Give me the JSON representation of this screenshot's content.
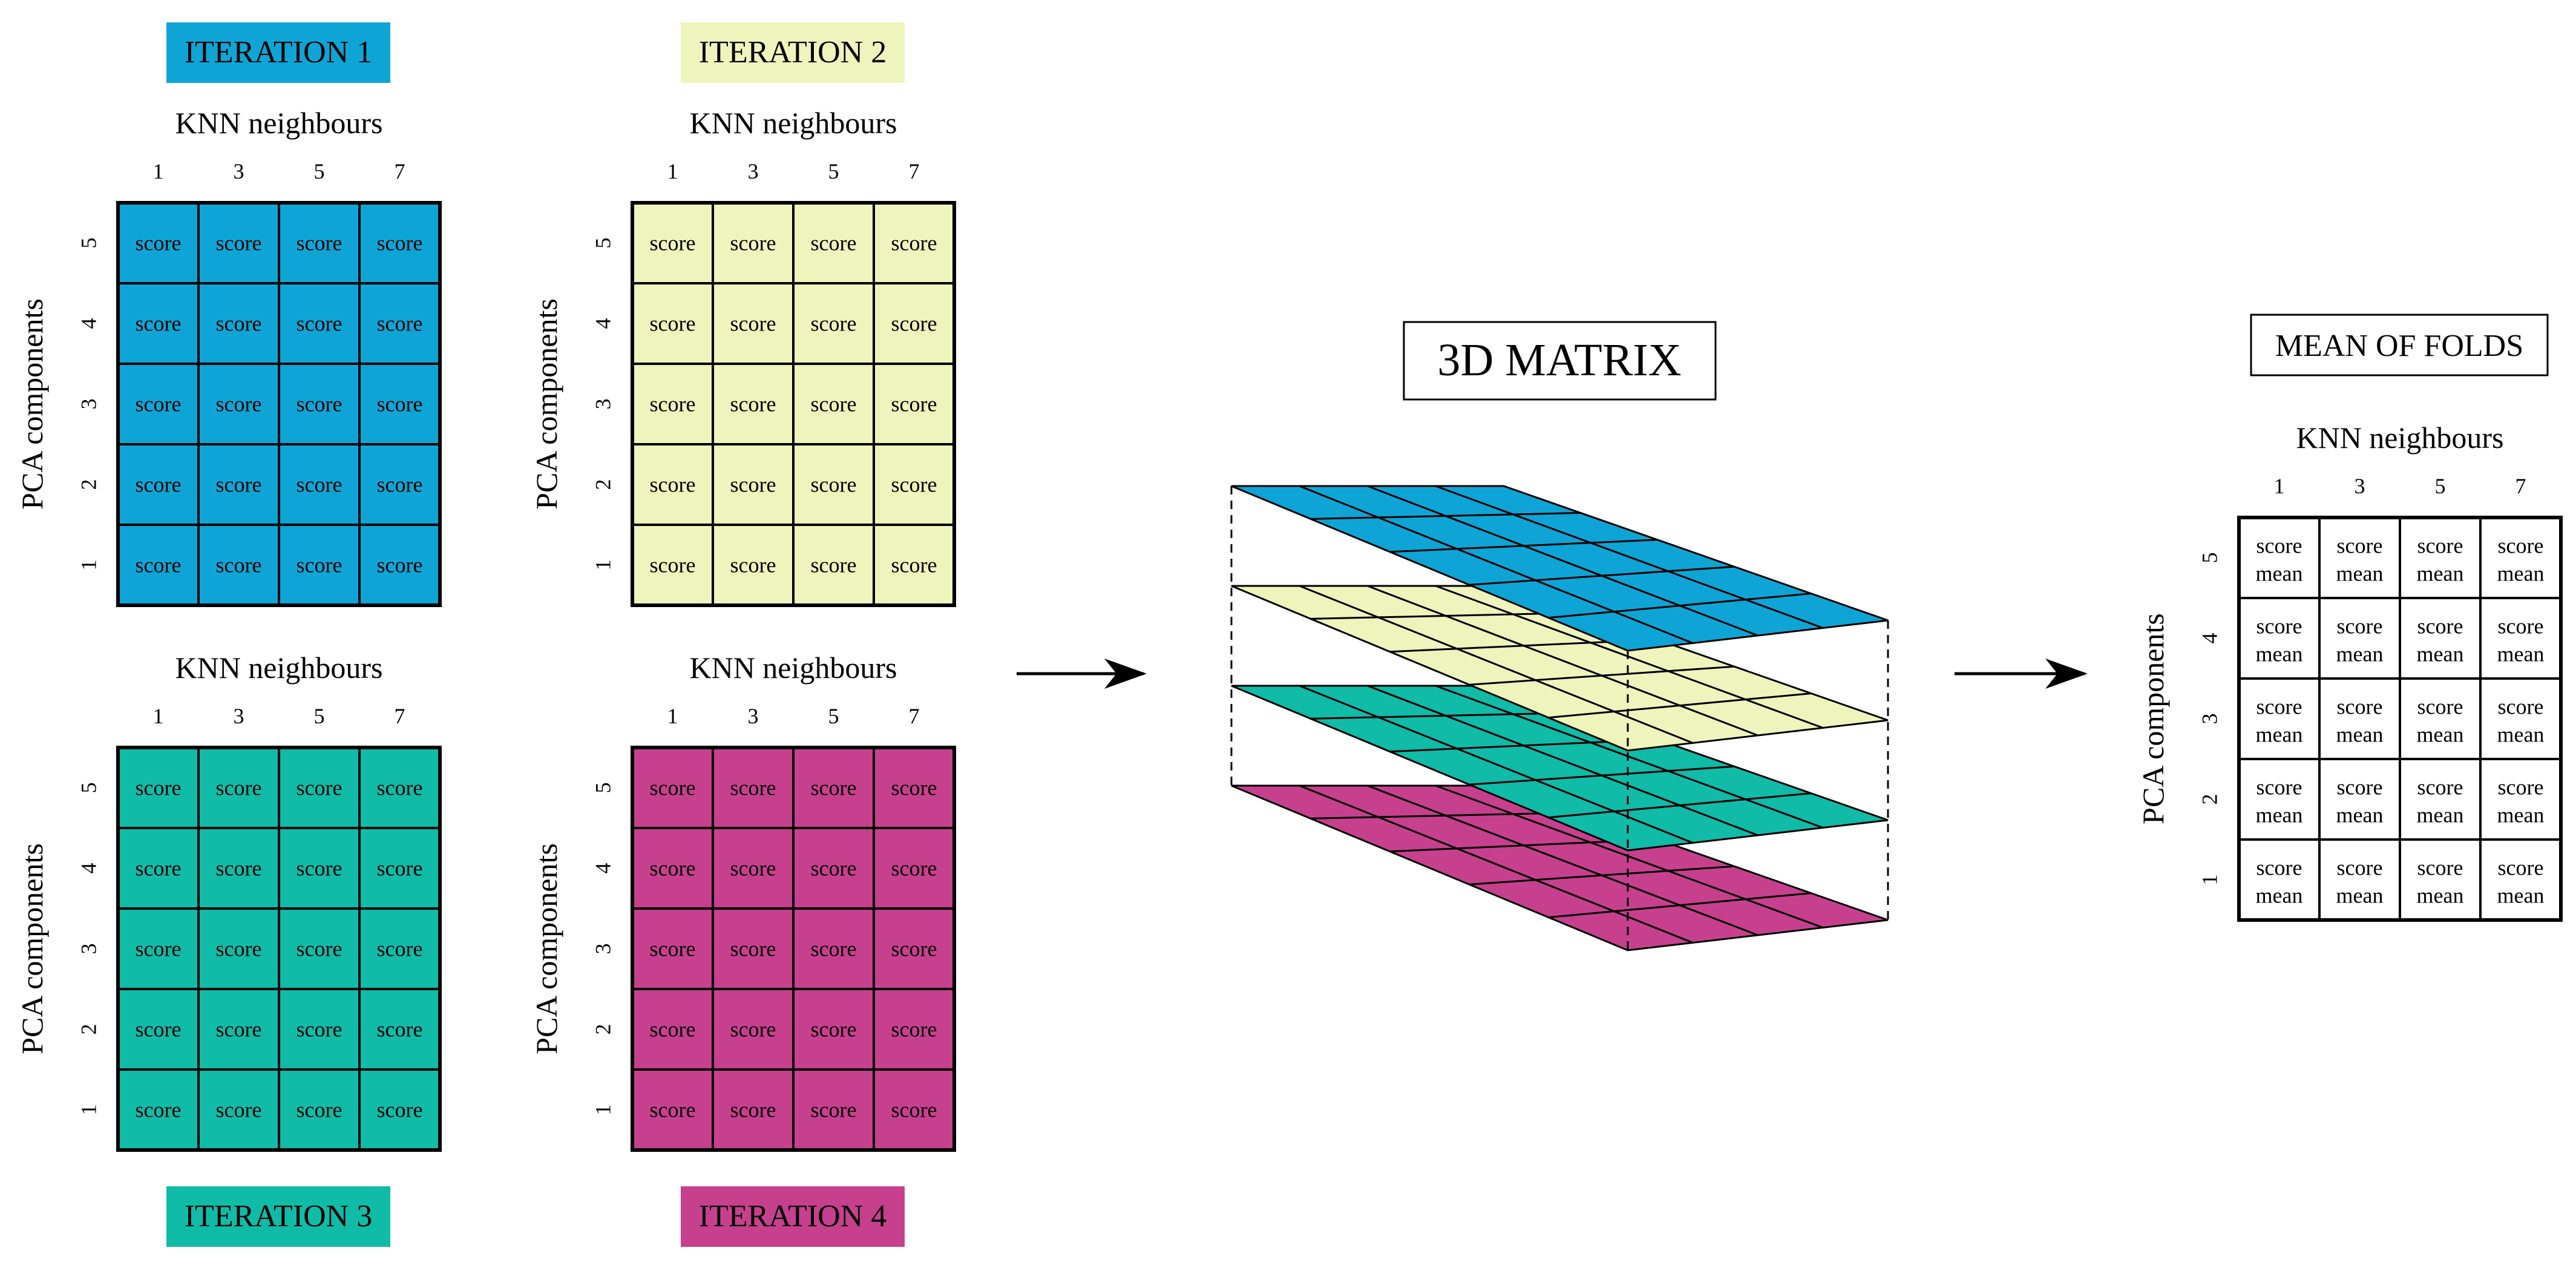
{
  "colors": {
    "iteration_1": "#0ea5d6",
    "iteration_2": "#eef4bc",
    "iteration_3": "#10bba8",
    "iteration_4": "#c7408e",
    "mean": "#ffffff",
    "stroke": "#000000"
  },
  "axes": {
    "x_label": "KNN neighbours",
    "y_label": "PCA components",
    "x_ticks": [
      "1",
      "3",
      "5",
      "7"
    ],
    "y_ticks": [
      "5",
      "4",
      "3",
      "2",
      "1"
    ]
  },
  "iterations": [
    {
      "label": "ITERATION 1",
      "color_key": "iteration_1",
      "cell_text": "score"
    },
    {
      "label": "ITERATION 2",
      "color_key": "iteration_2",
      "cell_text": "score"
    },
    {
      "label": "ITERATION 3",
      "color_key": "iteration_3",
      "cell_text": "score"
    },
    {
      "label": "ITERATION 4",
      "color_key": "iteration_4",
      "cell_text": "score"
    }
  ],
  "matrix_3d": {
    "title": "3D MATRIX",
    "layer_order": [
      "iteration_1",
      "iteration_2",
      "iteration_3",
      "iteration_4"
    ]
  },
  "mean": {
    "title": "MEAN OF FOLDS",
    "cell_text_line1": "score",
    "cell_text_line2": "mean"
  }
}
